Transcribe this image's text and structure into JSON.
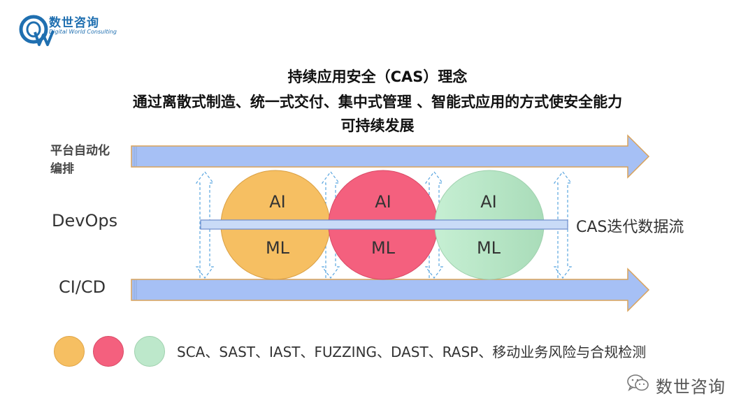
{
  "logo": {
    "name_cn": "数世咨询",
    "name_en": "Digital World Consulting"
  },
  "title": {
    "line1": "持续应用安全（CAS）理念",
    "line2": "通过离散式制造、统一式交付、集中式管理 、智能式应用的方式使安全能力",
    "line3": "可持续发展"
  },
  "labels": {
    "platform": "平台自动化编排",
    "devops": "DevOps",
    "cicd": "CI/CD",
    "flow": "CAS迭代数据流"
  },
  "circles": [
    {
      "top": "AI",
      "bottom": "ML",
      "color": "#f6bf62"
    },
    {
      "top": "AI",
      "bottom": "ML",
      "color": "#f4607e"
    },
    {
      "top": "AI",
      "bottom": "ML",
      "color": "#bde8cb"
    }
  ],
  "legend": {
    "text": "SCA、SAST、IAST、FUZZING、DAST、RASP、移动业务风险与合规检测"
  },
  "watermark": {
    "text": "数世咨询",
    "icon": "wechat-icon"
  },
  "colors": {
    "arrow_fill": "#a6c0f5",
    "arrow_stroke": "#d9a25a",
    "bar_fill": "#c9dbf7",
    "bar_stroke": "#6d8ccc",
    "dash": "#5aa6e0",
    "logo": "#1f6fb0"
  }
}
